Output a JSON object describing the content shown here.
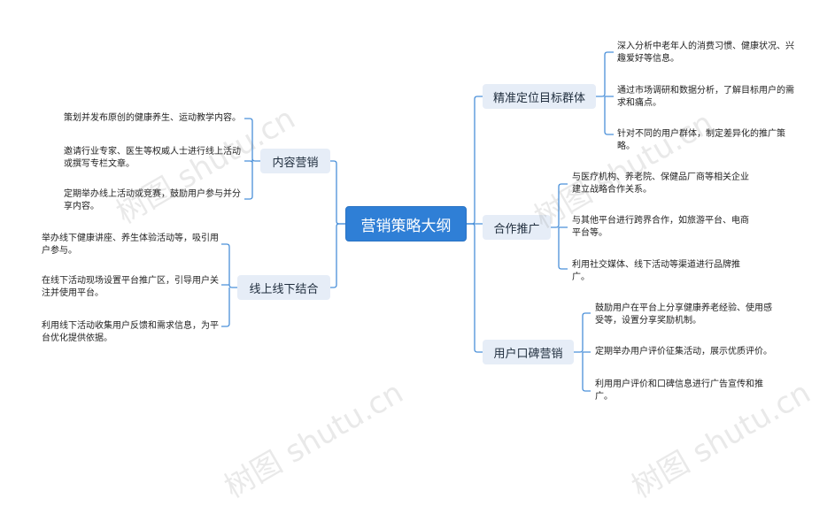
{
  "root": {
    "label": "营销策略大纲"
  },
  "branches": [
    {
      "label": "内容营销",
      "leaves": [
        "策划并发布原创的健康养生、运动教学内容。",
        "邀请行业专家、医生等权威人士进行线上活动或撰写专栏文章。",
        "定期举办线上活动或竞赛，鼓励用户参与并分享内容。"
      ]
    },
    {
      "label": "线上线下结合",
      "leaves": [
        "举办线下健康讲座、养生体验活动等，吸引用户参与。",
        "在线下活动现场设置平台推广区，引导用户关注并使用平台。",
        "利用线下活动收集用户反馈和需求信息，为平台优化提供依据。"
      ]
    },
    {
      "label": "精准定位目标群体",
      "leaves": [
        "深入分析中老年人的消费习惯、健康状况、兴趣爱好等信息。",
        "通过市场调研和数据分析，了解目标用户的需求和痛点。",
        "针对不同的用户群体，制定差异化的推广策略。"
      ]
    },
    {
      "label": "合作推广",
      "leaves": [
        "与医疗机构、养老院、保健品厂商等相关企业建立战略合作关系。",
        "与其他平台进行跨界合作，如旅游平台、电商平台等。",
        "利用社交媒体、线下活动等渠道进行品牌推广。"
      ]
    },
    {
      "label": "用户口碑营销",
      "leaves": [
        "鼓励用户在平台上分享健康养老经验、使用感受等，设置分享奖励机制。",
        "定期举办用户评价征集活动，展示优质评价。",
        "利用用户评价和口碑信息进行广告宣传和推广。"
      ]
    }
  ],
  "watermarks": [
    "树图 shutu.cn",
    "树图 shutu.cn",
    "树图 shutu.cn",
    "树图 shutu.cn"
  ]
}
